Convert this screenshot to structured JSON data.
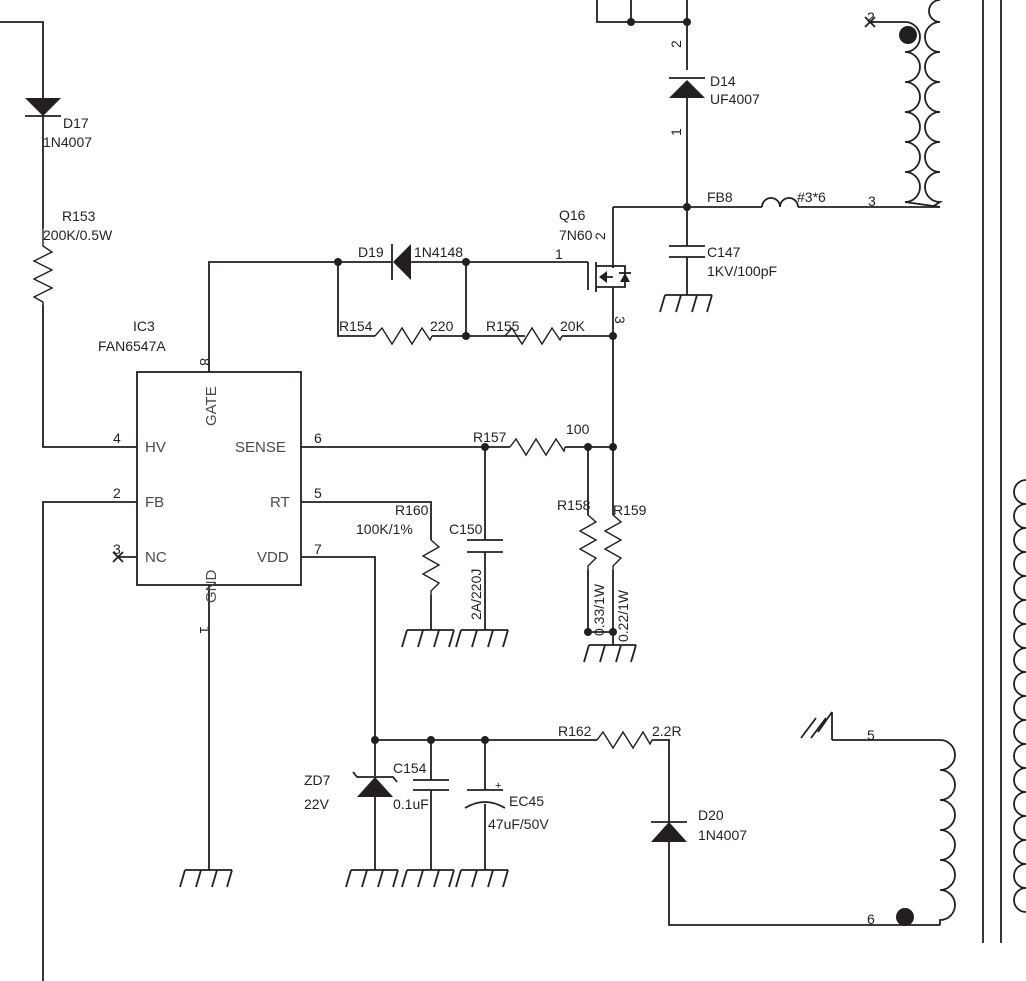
{
  "ic": {
    "ref": "IC3",
    "part": "FAN6547A",
    "pin_hv": "HV",
    "pin_fb": "FB",
    "pin_nc": "NC",
    "pin_gate": "GATE",
    "pin_sense": "SENSE",
    "pin_rt": "RT",
    "pin_vdd": "VDD",
    "pin_gnd": "GND",
    "num_hv": "4",
    "num_fb": "2",
    "num_nc": "3",
    "num_gate": "8",
    "num_sense": "6",
    "num_rt": "5",
    "num_vdd": "7",
    "num_gnd": "1"
  },
  "components": {
    "d17": {
      "ref": "D17",
      "value": "1N4007"
    },
    "r153": {
      "ref": "R153",
      "value": "200K/0.5W"
    },
    "d19": {
      "ref": "D19",
      "value": "1N4148",
      "pin": "1"
    },
    "r154": {
      "ref": "R154",
      "value": "220"
    },
    "r155": {
      "ref": "R155",
      "value": "20K"
    },
    "q16": {
      "ref": "Q16",
      "value": "7N60",
      "pin_drain": "2",
      "pin_source": "3"
    },
    "d14": {
      "ref": "D14",
      "value": "UF4007",
      "pin_top": "2",
      "pin_bottom": "1"
    },
    "fb8": {
      "ref": "FB8",
      "value": "#3*6"
    },
    "c147": {
      "ref": "C147",
      "value": "1KV/100pF"
    },
    "r157": {
      "ref": "R157",
      "value": "100"
    },
    "r158": {
      "ref": "R158",
      "value": "0.33/1W"
    },
    "r159": {
      "ref": "R159",
      "value": "0.22/1W"
    },
    "r160": {
      "ref": "R160",
      "value": "100K/1%"
    },
    "c150": {
      "ref": "C150",
      "value": "2A/220J"
    },
    "zd7": {
      "ref": "ZD7",
      "value": "22V"
    },
    "c154": {
      "ref": "C154",
      "value": "0.1uF"
    },
    "ec45": {
      "ref": "EC45",
      "value": "47uF/50V",
      "polarity": "+"
    },
    "r162": {
      "ref": "R162",
      "value": "2.2R"
    },
    "d20": {
      "ref": "D20",
      "value": "1N4007"
    }
  },
  "transformer": {
    "pin2": "2",
    "pin3": "3",
    "pin5": "5",
    "pin6": "6"
  }
}
